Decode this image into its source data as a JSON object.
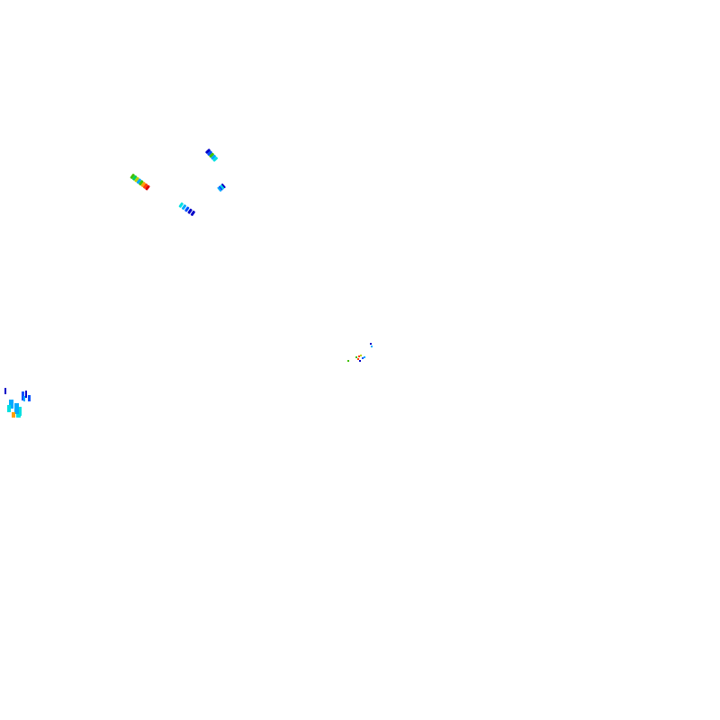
{
  "colors": {
    "background": "#ffffff",
    "palette": [
      "#0000c8",
      "#0050ff",
      "#00aaff",
      "#00e0e0",
      "#00d060",
      "#40c000",
      "#c0d000",
      "#ffa000",
      "#ff4000",
      "#e00000"
    ]
  },
  "layers": [
    {
      "name": "swath-a",
      "cells": [
        "#0000c8",
        "#0050ff",
        "#40c000",
        "#00aaff",
        "#00e0e0"
      ]
    },
    {
      "name": "swath-b",
      "cells": [
        "#40c000",
        "#00d060",
        "#c0d000",
        "#00aaff",
        "#40c000",
        "#ffa000",
        "#ff4000",
        "#e00000"
      ]
    },
    {
      "name": "swath-c",
      "cells": [
        "#00aaff",
        "#0050ff",
        "#00e0e0",
        "#0000c8"
      ]
    },
    {
      "name": "swath-d",
      "cells": [
        "#00e0e0",
        "#00aaff",
        "#0050ff",
        "#0000c8",
        "#0000c8"
      ]
    },
    {
      "name": "central-specks",
      "cells": [
        "#0000c8",
        "#00aaff",
        "#40c000",
        "#ff4000",
        "#c0d000",
        "#0050ff"
      ]
    },
    {
      "name": "left-edge-cluster",
      "cells": [
        "#0000c8",
        "#0050ff",
        "#00aaff",
        "#00e0e0",
        "#ffa000",
        "#00d060"
      ]
    }
  ]
}
